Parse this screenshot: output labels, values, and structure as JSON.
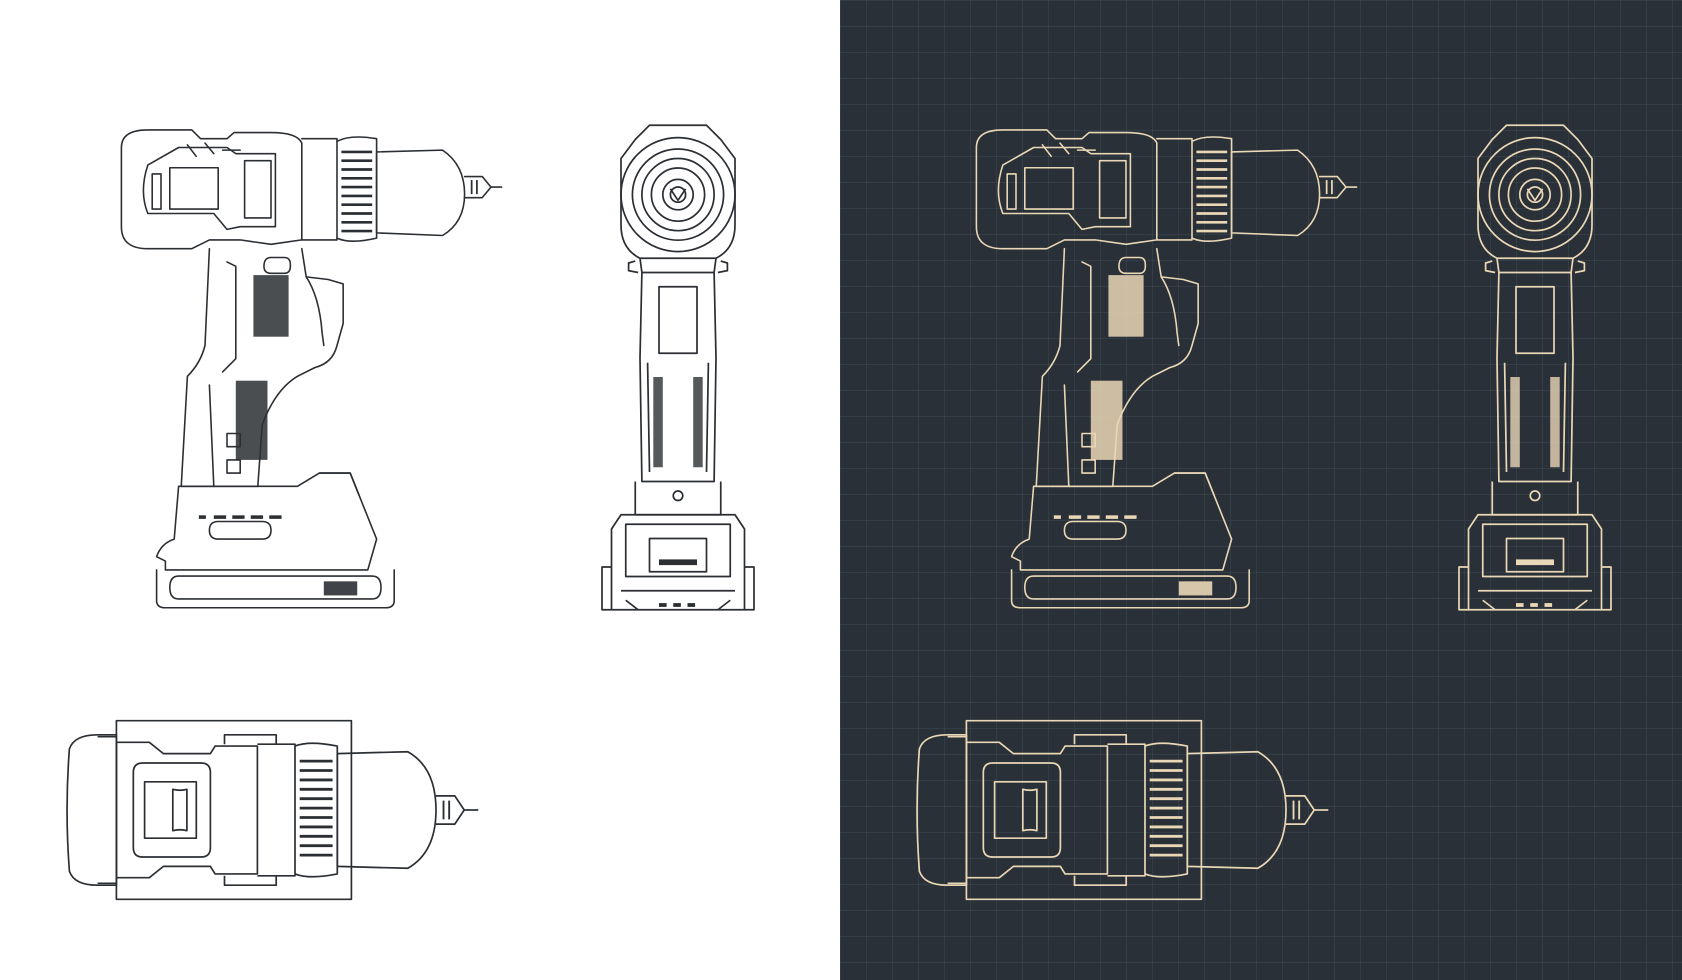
{
  "diagram": {
    "subject": "cordless-drill-driver",
    "views": [
      "side",
      "front",
      "top"
    ]
  },
  "theme": {
    "light_panel_background": "#ffffff",
    "light_line_color": "#2b2f33",
    "light_accent_fill": "#2b2f33",
    "dark_panel_background": "#2a3037",
    "dark_grid_color": "#3c4a55",
    "dark_line_color": "#ead7b6",
    "dark_accent_fill": "#ead7b6"
  }
}
